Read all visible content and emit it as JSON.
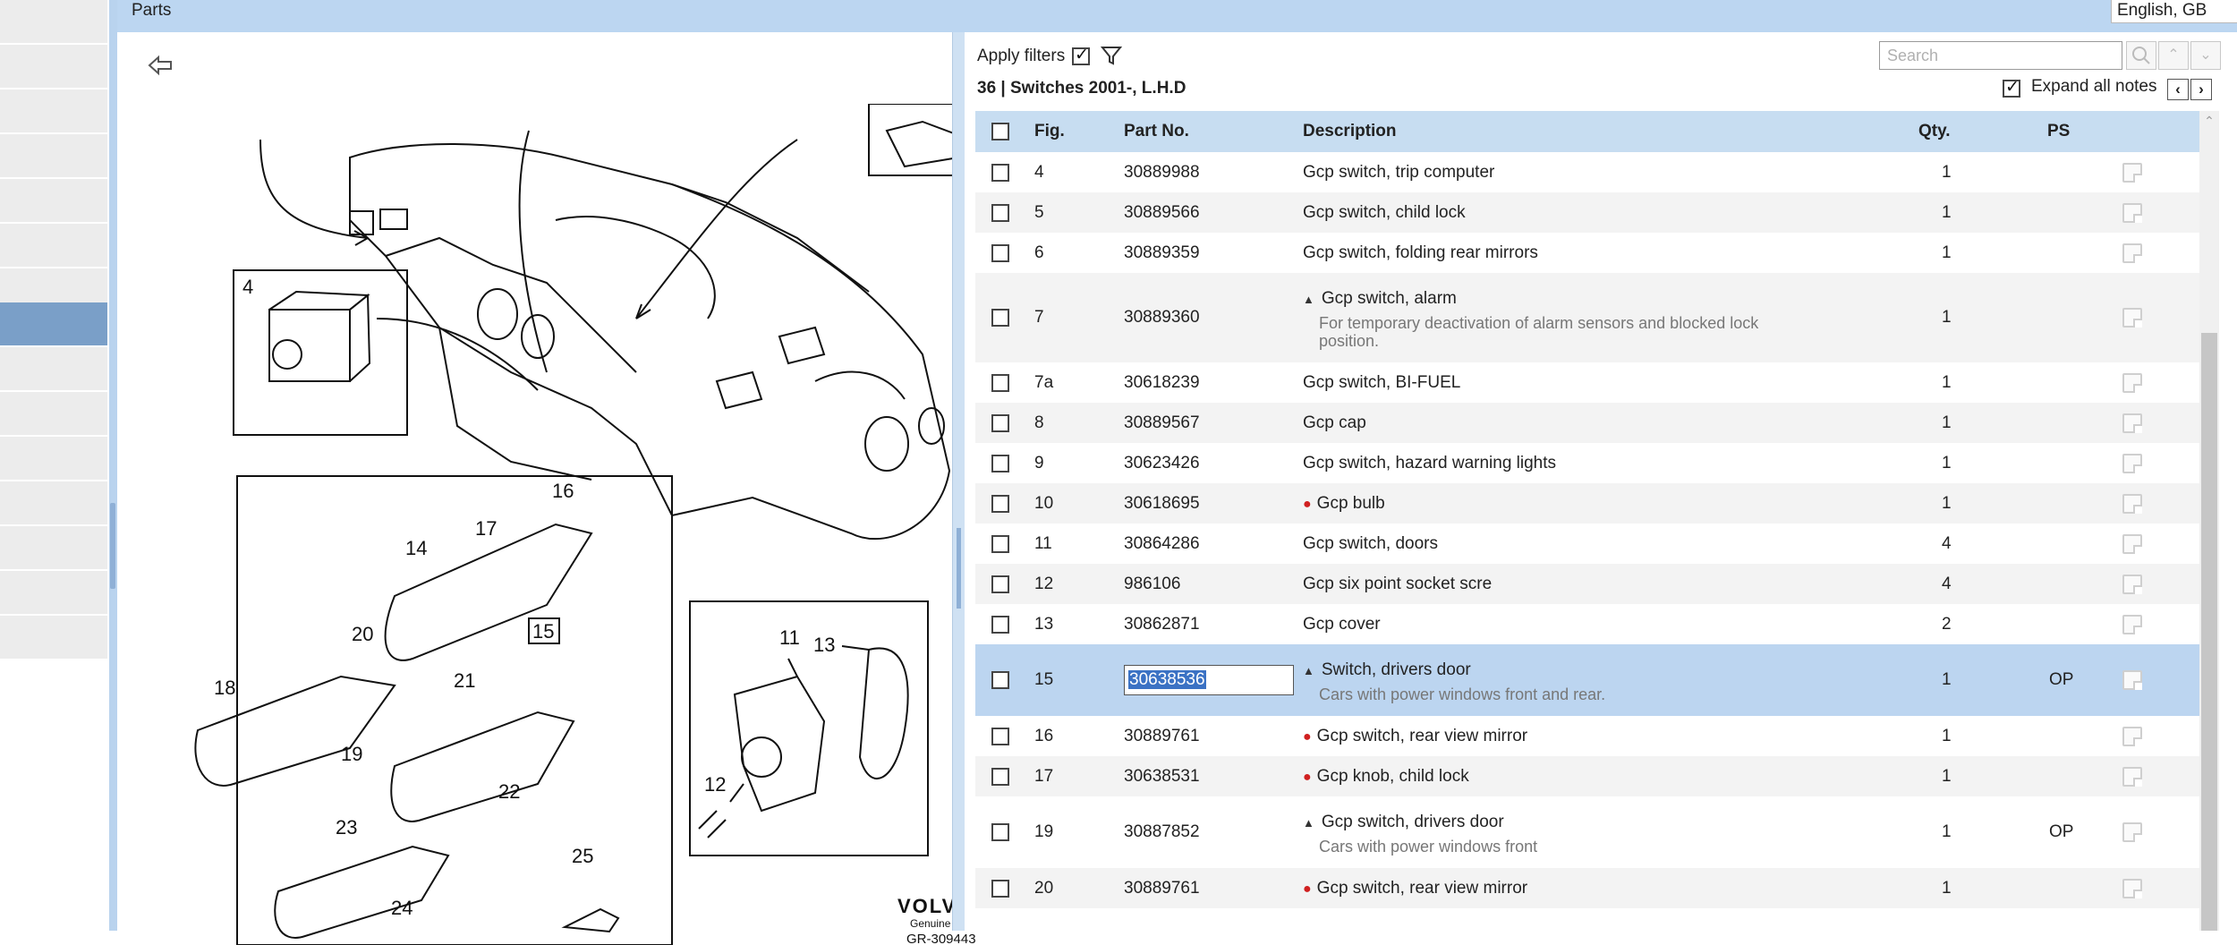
{
  "header": {
    "title": "Parts"
  },
  "language": {
    "selected": "English, GB"
  },
  "filters": {
    "apply_label": "Apply filters",
    "apply_checked": true
  },
  "group": {
    "title": "36  |  Switches 2001-, L.H.D"
  },
  "search": {
    "placeholder": "Search"
  },
  "notes": {
    "expand_label": "Expand all notes",
    "expand_checked": true
  },
  "table": {
    "columns": {
      "fig": "Fig.",
      "part_no": "Part No.",
      "description": "Description",
      "qty": "Qty.",
      "ps": "PS"
    },
    "rows": [
      {
        "fig": "4",
        "part_no": "30889988",
        "description": "Gcp switch, trip computer",
        "qty": "1",
        "ps": ""
      },
      {
        "fig": "5",
        "part_no": "30889566",
        "description": "Gcp switch, child lock",
        "qty": "1",
        "ps": ""
      },
      {
        "fig": "6",
        "part_no": "30889359",
        "description": "Gcp switch, folding rear mirrors",
        "qty": "1",
        "ps": ""
      },
      {
        "fig": "7",
        "part_no": "30889360",
        "description": "Gcp switch, alarm",
        "note": "For temporary deactivation of alarm sensors and blocked lock position.",
        "expanded": true,
        "qty": "1",
        "ps": ""
      },
      {
        "fig": "7a",
        "part_no": "30618239",
        "description": "Gcp switch, BI-FUEL",
        "qty": "1",
        "ps": ""
      },
      {
        "fig": "8",
        "part_no": "30889567",
        "description": "Gcp cap",
        "qty": "1",
        "ps": ""
      },
      {
        "fig": "9",
        "part_no": "30623426",
        "description": "Gcp switch, hazard warning lights",
        "qty": "1",
        "ps": ""
      },
      {
        "fig": "10",
        "part_no": "30618695",
        "description": "Gcp bulb",
        "bullet": true,
        "qty": "1",
        "ps": ""
      },
      {
        "fig": "11",
        "part_no": "30864286",
        "description": "Gcp switch, doors",
        "qty": "4",
        "ps": ""
      },
      {
        "fig": "12",
        "part_no": "986106",
        "description": "Gcp six point socket scre",
        "qty": "4",
        "ps": ""
      },
      {
        "fig": "13",
        "part_no": "30862871",
        "description": "Gcp cover",
        "qty": "2",
        "ps": ""
      },
      {
        "fig": "15",
        "part_no": "30638536",
        "description": "Switch, drivers door",
        "note": "Cars with power windows front and rear.",
        "expanded": true,
        "selected": true,
        "editing": true,
        "qty": "1",
        "ps": "OP"
      },
      {
        "fig": "16",
        "part_no": "30889761",
        "description": "Gcp switch, rear view mirror",
        "bullet": true,
        "qty": "1",
        "ps": ""
      },
      {
        "fig": "17",
        "part_no": "30638531",
        "description": "Gcp knob, child lock",
        "bullet": true,
        "qty": "1",
        "ps": ""
      },
      {
        "fig": "19",
        "part_no": "30887852",
        "description": "Gcp switch, drivers door",
        "note": "Cars with power windows front",
        "expanded": true,
        "qty": "1",
        "ps": "OP"
      },
      {
        "fig": "20",
        "part_no": "30889761",
        "description": "Gcp switch, rear view mirror",
        "bullet": true,
        "qty": "1",
        "ps": ""
      }
    ]
  },
  "diagram": {
    "callouts": [
      "4",
      "11",
      "12",
      "13",
      "14",
      "15",
      "16",
      "17",
      "18",
      "19",
      "20",
      "21",
      "22",
      "23",
      "24",
      "25"
    ],
    "brand": "VOLVO",
    "brand_sub": "Genuine Parts",
    "ref": "GR-309443"
  },
  "colors": {
    "accent": "#bcd6f1",
    "selected_row": "#bcd5f0",
    "header_row": "#c7ddf1",
    "bullet": "#d02020"
  }
}
